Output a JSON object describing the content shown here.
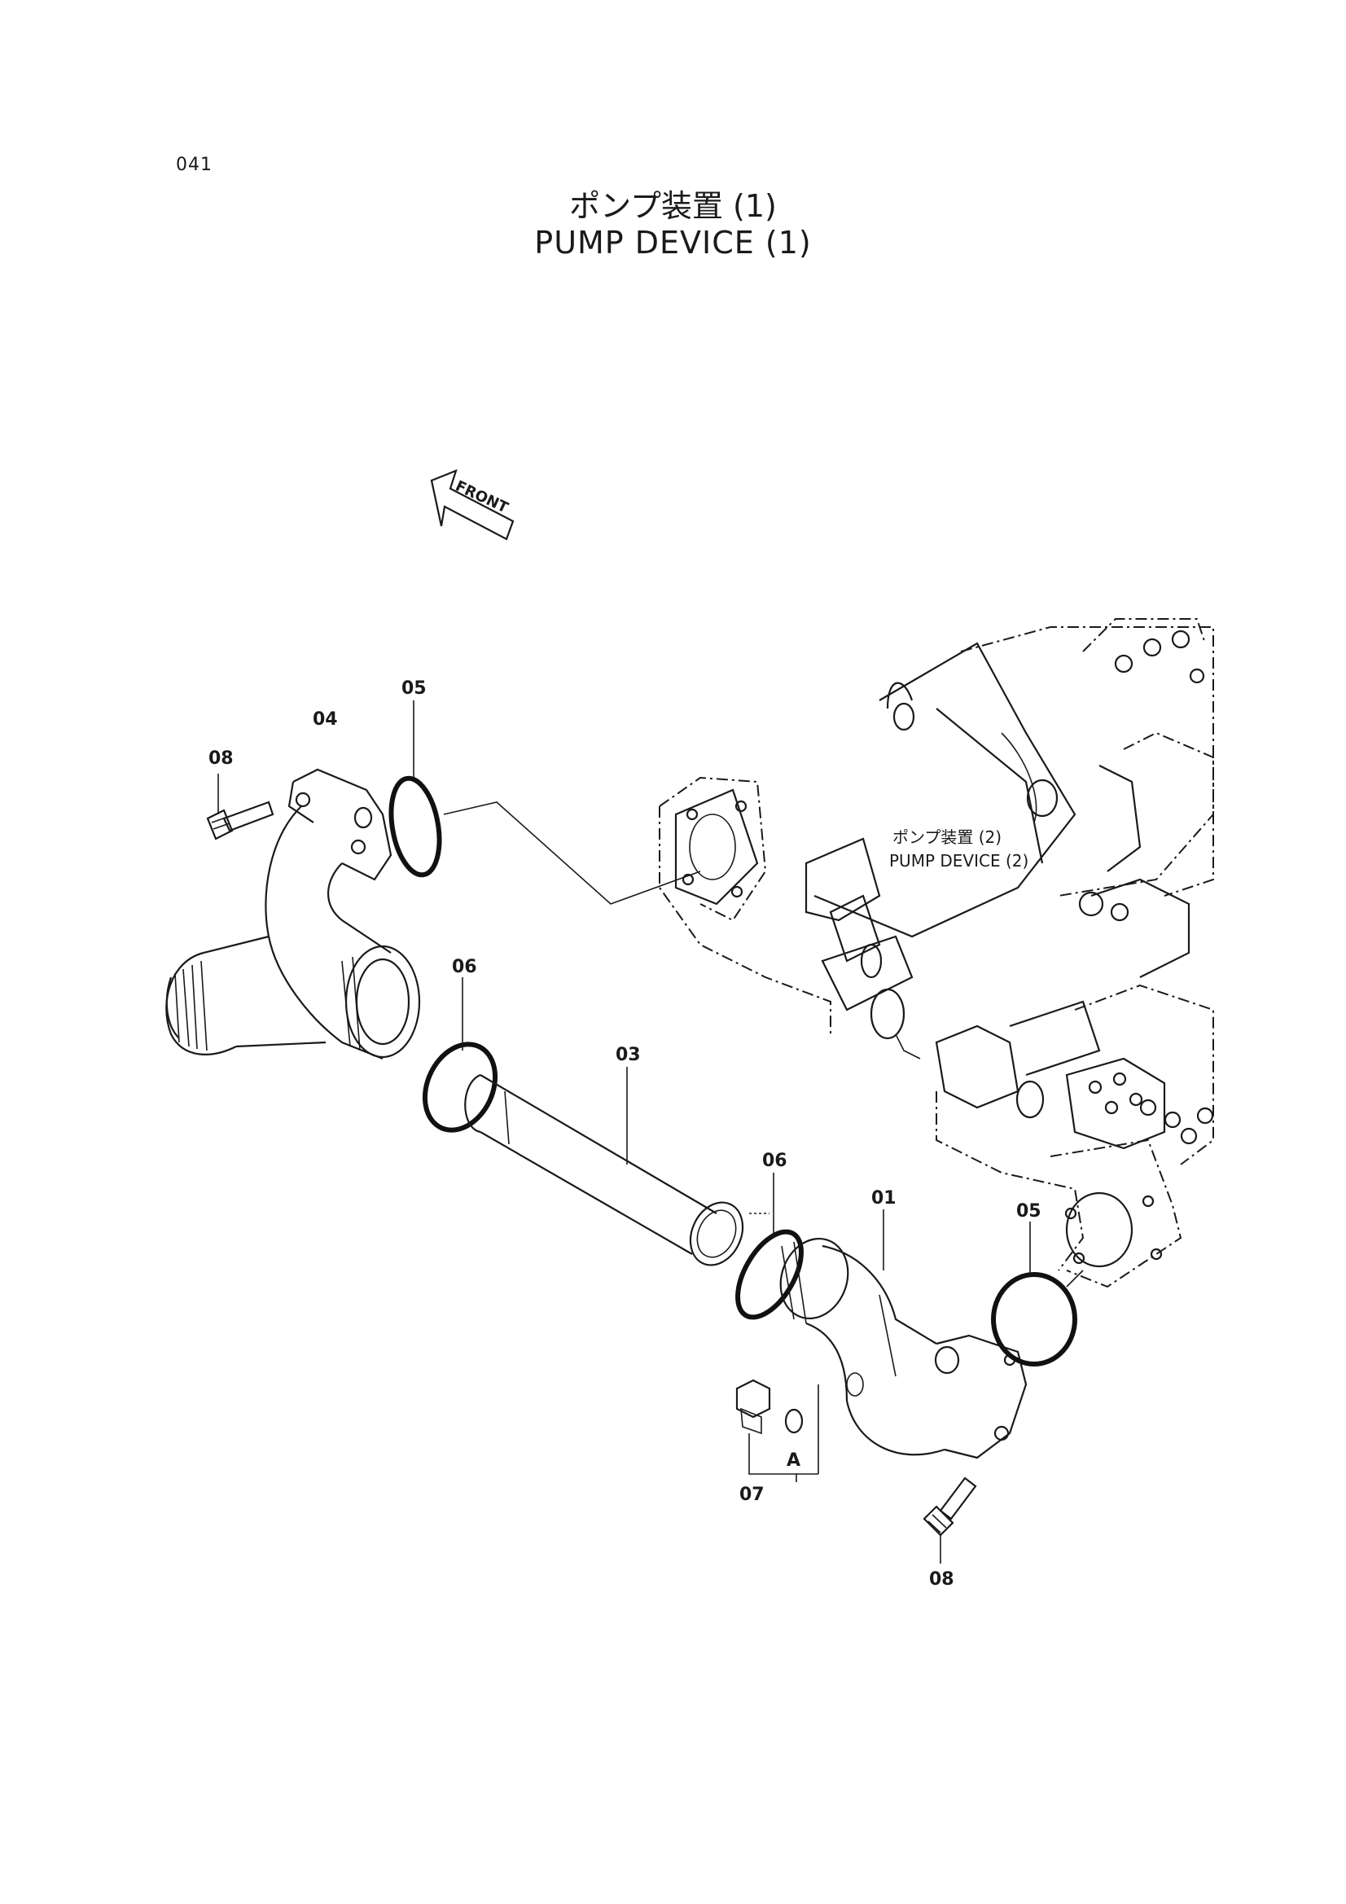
{
  "page_number": "041",
  "title_jp": "ポンプ装置 (1)",
  "title_en": "PUMP DEVICE (1)",
  "front_label": "FRONT",
  "ref_assembly": {
    "line1": "ポンプ装置 (2)",
    "line2": "PUMP DEVICE (2)"
  },
  "callouts": {
    "c01": "01",
    "c03": "03",
    "c04": "04",
    "c05_top": "05",
    "c05_right": "05",
    "c06_left": "06",
    "c06_right": "06",
    "c07": "07",
    "c08_top": "08",
    "c08_bottom": "08",
    "cA": "A"
  }
}
